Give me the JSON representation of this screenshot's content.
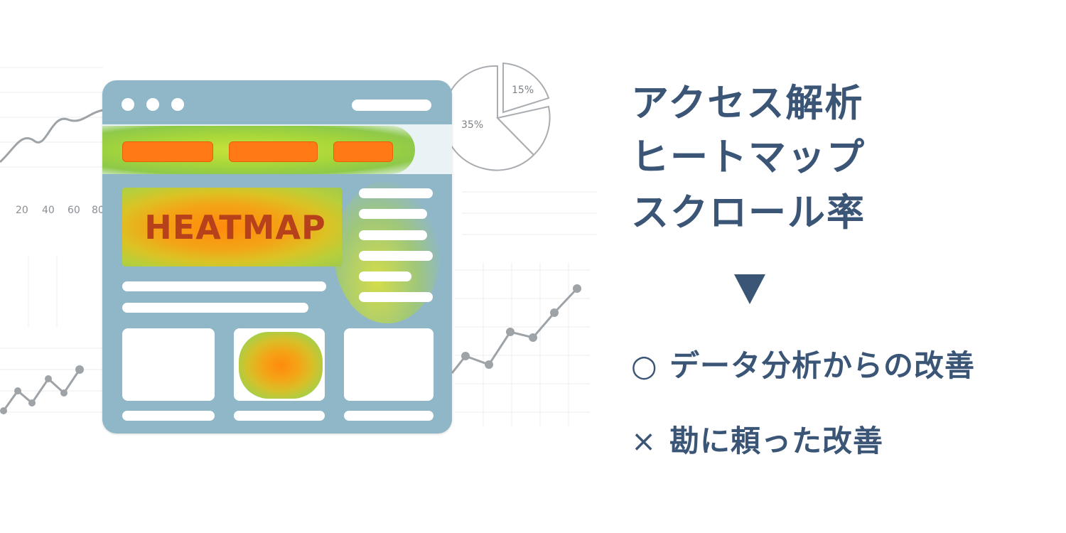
{
  "background_chart": {
    "x_ticks": [
      "20",
      "40",
      "60",
      "80"
    ]
  },
  "pie": {
    "labels": [
      "15%",
      "35%"
    ]
  },
  "illustration": {
    "hero_text": "HEATMAP"
  },
  "headlines": [
    "アクセス解析",
    "ヒートマップ",
    "スクロール率"
  ],
  "arrow_icon": "down-triangle-icon",
  "results": [
    {
      "mark": "○",
      "text": "データ分析からの改善"
    },
    {
      "mark": "×",
      "text": "勘に頼った改善"
    }
  ],
  "colors": {
    "text": "#3a5575",
    "browser": "#8fb7c8",
    "heat_hot": "#ff7a17",
    "heat_warm": "#e9c81e",
    "heat_cool": "#a6d63a"
  }
}
